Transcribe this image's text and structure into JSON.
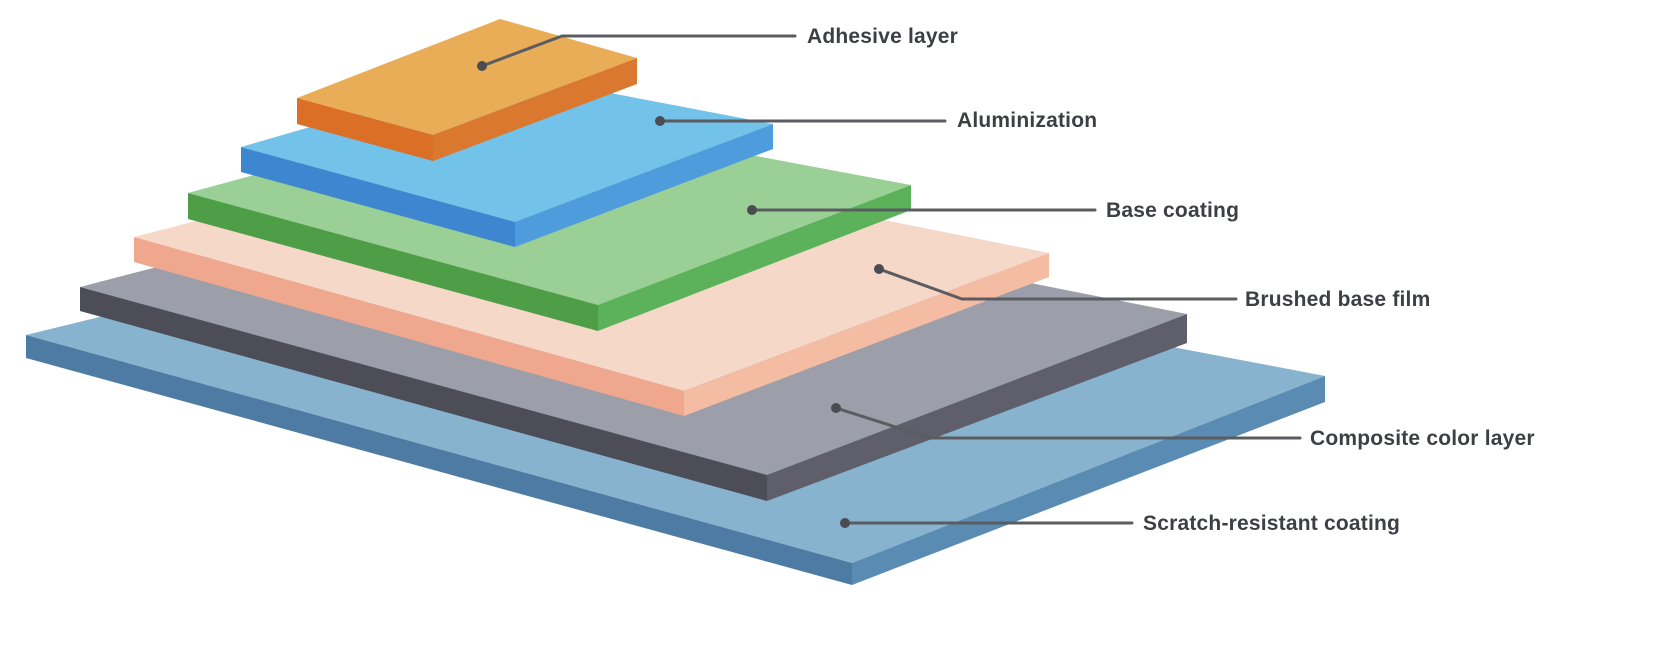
{
  "diagram": {
    "layers": [
      {
        "key": "adhesive",
        "label": "Adhesive layer",
        "top_color": "#E8AD56",
        "left_color": "#DB6F25",
        "right_color": "#D9782E"
      },
      {
        "key": "alu",
        "label": "Aluminization",
        "top_color": "#72C2EA",
        "left_color": "#3F86D1",
        "right_color": "#4E9CDB"
      },
      {
        "key": "base",
        "label": "Base coating",
        "top_color": "#9ACF95",
        "left_color": "#4E9E48",
        "right_color": "#5CB25A"
      },
      {
        "key": "brushed",
        "label": "Brushed base film",
        "top_color": "#F6D8C8",
        "left_color": "#EFA78D",
        "right_color": "#F3BCA3"
      },
      {
        "key": "composite",
        "label": "Composite color layer",
        "top_color": "#9C9EA9",
        "left_color": "#4D4D57",
        "right_color": "#5E5F6A"
      },
      {
        "key": "scratch",
        "label": "Scratch-resistant coating",
        "top_color": "#87B3CE",
        "left_color": "#4D7BA3",
        "right_color": "#5A8BB3"
      }
    ]
  }
}
